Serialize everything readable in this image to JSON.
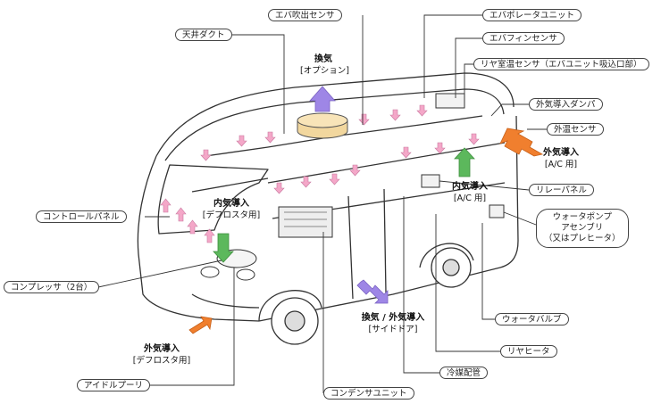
{
  "callouts": {
    "eva_outlet_sensor": "エバ吹出センサ",
    "evaporator_unit": "エバポレータユニット",
    "ceiling_duct": "天井ダクト",
    "eva_fin_sensor": "エバフィンセンサ",
    "rear_room_temp_sensor": "リヤ室温センサ（エバユニット吸込口部）",
    "outside_air_damper": "外気導入ダンパ",
    "outside_temp_sensor": "外温センサ",
    "relay_panel": "リレーパネル",
    "control_panel": "コントロールパネル",
    "water_pump_line1": "ウォータポンプ",
    "water_pump_line2": "アセンブリ",
    "water_pump_line3": "（又はプレヒータ）",
    "compressor": "コンプレッサ（2台）",
    "water_valve": "ウォータバルブ",
    "rear_heater": "リヤヒータ",
    "refrigerant_pipe": "冷媒配管",
    "idle_pulley": "アイドルプーリ",
    "condenser_unit": "コンデンサユニット"
  },
  "notes": {
    "ventilation_title": "換気",
    "ventilation_sub": "[オプション]",
    "outside_ac_title": "外気導入",
    "outside_ac_sub": "[A/C 用]",
    "inside_ac_title": "内気導入",
    "inside_ac_sub": "[A/C 用]",
    "inside_defrost_title": "内気導入",
    "inside_defrost_sub": "[デフロスタ用]",
    "side_door_title": "換気 / 外気導入",
    "side_door_sub": "[サイドドア]",
    "outside_defrost_title": "外気導入",
    "outside_defrost_sub": "[デフロスタ用]"
  },
  "colors": {
    "ventilation_arrow": "#9e86e6",
    "outside_air_arrow": "#f07f2e",
    "inside_air_arrow": "#5cb85c",
    "airflow_arrow": "#f4a7c8",
    "roof_hatch": "#f2d79e",
    "line": "#333333"
  }
}
